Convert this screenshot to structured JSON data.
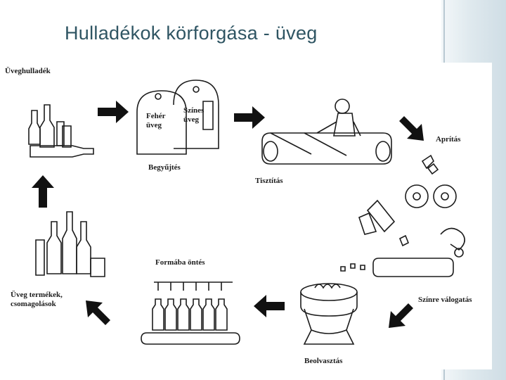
{
  "slide": {
    "title": "Hulladékok körforgása - üveg"
  },
  "diagram": {
    "labels": {
      "uveghulladek": "Üveghulladék",
      "feher_uveg": "Fehér\nüveg",
      "szines_uveg": "Színes\nüveg",
      "begyujtes": "Begyűjtés",
      "tisztitas": "Tisztítás",
      "apritas": "Aprítás",
      "szinre_valogatas": "Színre válogatás",
      "beolvasztas": "Beolvasztás",
      "formaba_ontes": "Formába öntés",
      "uveg_termekek": "Üveg termékek,\ncsomagolások"
    }
  }
}
